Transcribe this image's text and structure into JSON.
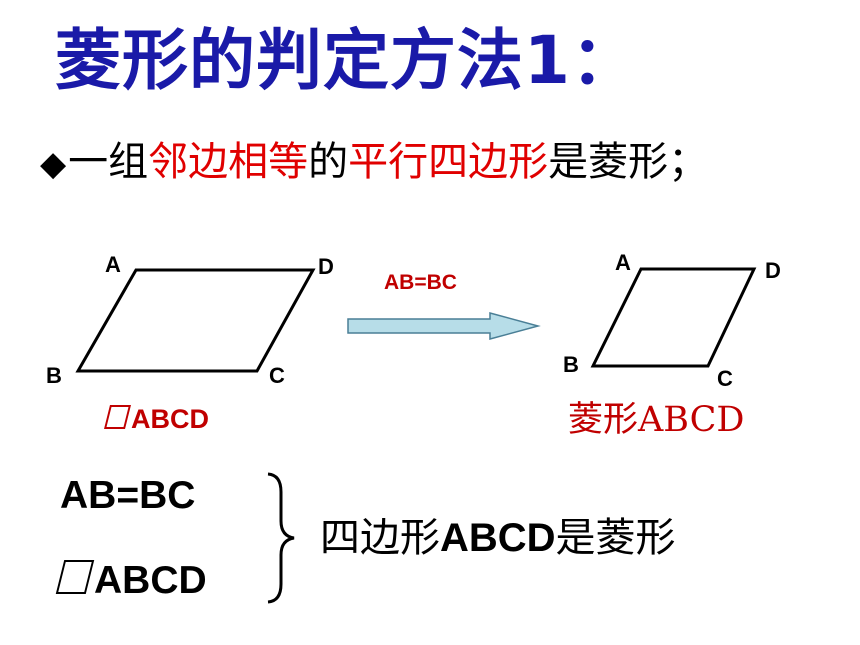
{
  "title": "菱形的判定方法1：",
  "rule": {
    "bullet": "◆",
    "part1": "一组",
    "part2": "邻边相等",
    "part3": "的",
    "part4": "平行四边形",
    "part5": "是菱形；"
  },
  "left_figure": {
    "labels": {
      "A": "A",
      "B": "B",
      "C": "C",
      "D": "D"
    },
    "caption": "ABCD"
  },
  "arrow_condition": "AB=BC",
  "right_figure": {
    "labels": {
      "A": "A",
      "B": "B",
      "C": "C",
      "D": "D"
    },
    "caption": "菱形ABCD"
  },
  "proof": {
    "premise1": "AB=BC",
    "premise2": "ABCD",
    "conclusion_pre": "四边形",
    "conclusion_abcd": "ABCD",
    "conclusion_post": "是菱形"
  },
  "colors": {
    "title": "#1a1aa8",
    "emphasis": "#e00000",
    "caption": "#c00000",
    "arrow_fill": "#b7dde8",
    "arrow_stroke": "#4a7f96"
  }
}
